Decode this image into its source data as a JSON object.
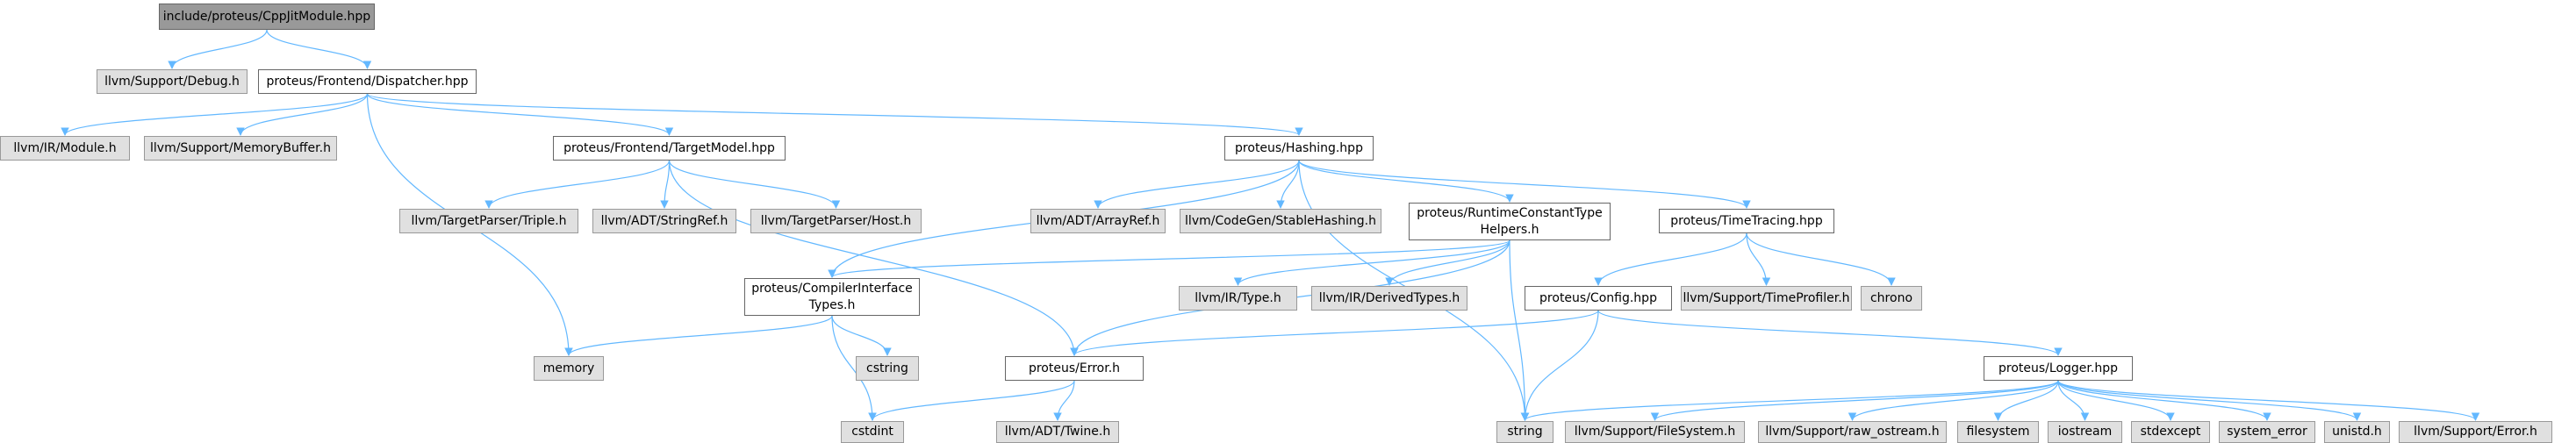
{
  "nodes": {
    "root": "include/proteus/CppJitModule.hpp",
    "debug_h": "llvm/Support/Debug.h",
    "dispatcher": "proteus/Frontend/Dispatcher.hpp",
    "ir_module": "llvm/IR/Module.h",
    "memory_buffer": "llvm/Support/MemoryBuffer.h",
    "target_model": "proteus/Frontend/TargetModel.hpp",
    "hashing": "proteus/Hashing.hpp",
    "triple": "llvm/TargetParser/Triple.h",
    "stringref": "llvm/ADT/StringRef.h",
    "host": "llvm/TargetParser/Host.h",
    "arrayref": "llvm/ADT/ArrayRef.h",
    "stable_hashing": "llvm/CodeGen/StableHashing.h",
    "runtime_constant_1": "proteus/RuntimeConstantType",
    "runtime_constant_2": "Helpers.h",
    "time_tracing": "proteus/TimeTracing.hpp",
    "compiler_iface_1": "proteus/CompilerInterface",
    "compiler_iface_2": "Types.h",
    "ir_type": "llvm/IR/Type.h",
    "derived_types": "llvm/IR/DerivedTypes.h",
    "config": "proteus/Config.hpp",
    "time_profiler": "llvm/Support/TimeProfiler.h",
    "chrono": "chrono",
    "memory": "memory",
    "cstring": "cstring",
    "error_h": "proteus/Error.h",
    "logger": "proteus/Logger.hpp",
    "cstdint": "cstdint",
    "twine": "llvm/ADT/Twine.h",
    "string": "string",
    "filesystem_h": "llvm/Support/FileSystem.h",
    "raw_ostream": "llvm/Support/raw_ostream.h",
    "filesystem": "filesystem",
    "iostream": "iostream",
    "stdexcept": "stdexcept",
    "system_error": "system_error",
    "unistd": "unistd.h",
    "support_error": "llvm/Support/Error.h"
  },
  "edges": [
    [
      "root",
      "debug_h"
    ],
    [
      "root",
      "dispatcher"
    ],
    [
      "dispatcher",
      "ir_module"
    ],
    [
      "dispatcher",
      "memory_buffer"
    ],
    [
      "dispatcher",
      "target_model"
    ],
    [
      "dispatcher",
      "hashing"
    ],
    [
      "dispatcher",
      "memory"
    ],
    [
      "target_model",
      "triple"
    ],
    [
      "target_model",
      "stringref"
    ],
    [
      "target_model",
      "host"
    ],
    [
      "target_model",
      "error_h"
    ],
    [
      "hashing",
      "arrayref"
    ],
    [
      "hashing",
      "stable_hashing"
    ],
    [
      "hashing",
      "runtime_constant"
    ],
    [
      "hashing",
      "time_tracing"
    ],
    [
      "hashing",
      "compiler_iface"
    ],
    [
      "hashing",
      "string"
    ],
    [
      "runtime_constant",
      "compiler_iface"
    ],
    [
      "runtime_constant",
      "ir_type"
    ],
    [
      "runtime_constant",
      "derived_types"
    ],
    [
      "runtime_constant",
      "error_h"
    ],
    [
      "runtime_constant",
      "string"
    ],
    [
      "time_tracing",
      "config"
    ],
    [
      "time_tracing",
      "time_profiler"
    ],
    [
      "time_tracing",
      "chrono"
    ],
    [
      "compiler_iface",
      "memory"
    ],
    [
      "compiler_iface",
      "cstring"
    ],
    [
      "compiler_iface",
      "cstdint"
    ],
    [
      "config",
      "error_h"
    ],
    [
      "config",
      "string"
    ],
    [
      "config",
      "logger"
    ],
    [
      "error_h",
      "cstdint"
    ],
    [
      "error_h",
      "twine"
    ],
    [
      "logger",
      "string"
    ],
    [
      "logger",
      "filesystem_h"
    ],
    [
      "logger",
      "raw_ostream"
    ],
    [
      "logger",
      "filesystem"
    ],
    [
      "logger",
      "iostream"
    ],
    [
      "logger",
      "stdexcept"
    ],
    [
      "logger",
      "system_error"
    ],
    [
      "logger",
      "unistd"
    ],
    [
      "logger",
      "support_error"
    ]
  ],
  "colors": {
    "edge": "#63b8ff",
    "local_fill": "#ffffff",
    "external_fill": "#e0e0e0",
    "root_fill": "#999999",
    "border": "#999999"
  }
}
